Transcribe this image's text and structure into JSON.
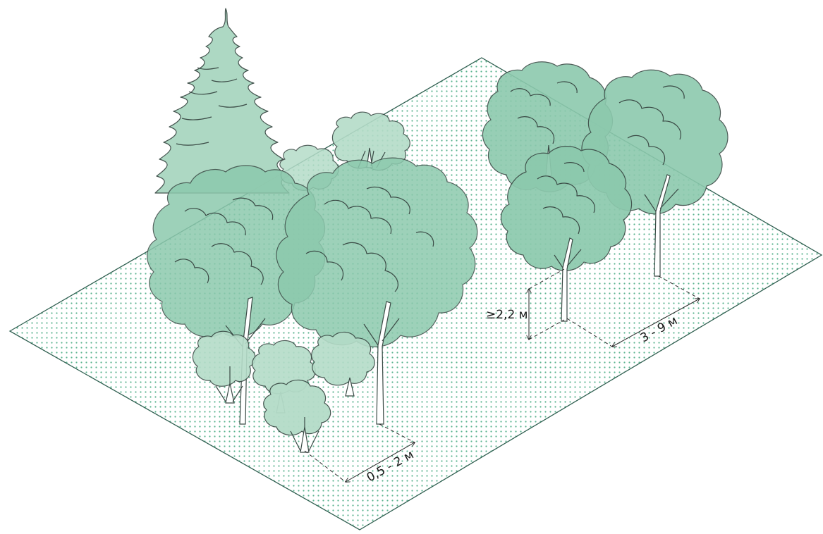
{
  "labels": {
    "height_min": "≥2,2 м",
    "tree_spacing": "3 - 9 м",
    "shrub_spacing": "0,5 - 2 м"
  },
  "colors": {
    "canopy": "#8cc9ad",
    "canopy_light": "#b4dcc8",
    "spruce": "#a9d6c0",
    "ground_dots": "#5bb38f",
    "outline": "#3a4a45"
  }
}
